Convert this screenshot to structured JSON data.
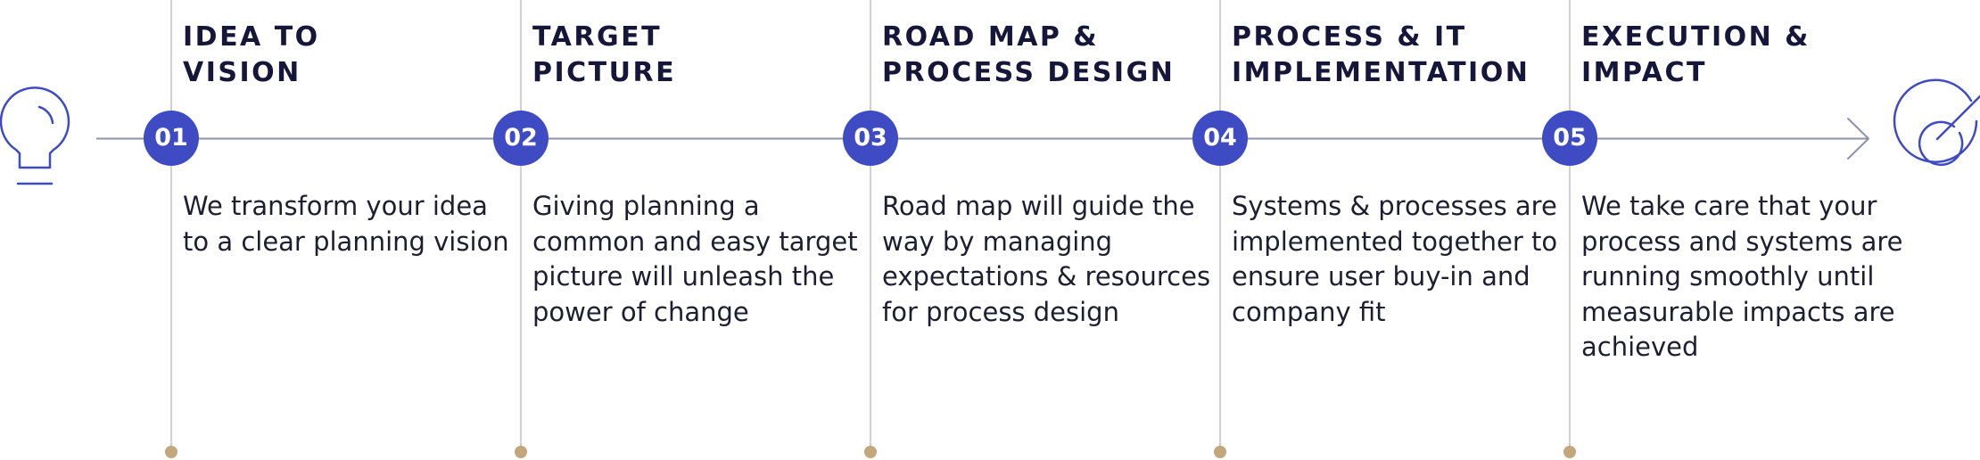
{
  "colors": {
    "accent": "#3f4bc3",
    "timeline_line": "#8f91ad",
    "divider": "#c4c4c4",
    "dot": "#c3a67c",
    "title_text": "#16163a",
    "body_text": "#1e1e30"
  },
  "icons": {
    "start": "lightbulb-icon",
    "end": "target-icon",
    "arrow": "arrow-right-icon"
  },
  "steps": [
    {
      "number": "01",
      "title": "IDEA TO\nVISION",
      "description": "We transform your idea to a clear planning vision"
    },
    {
      "number": "02",
      "title": "TARGET\nPICTURE",
      "description": "Giving planning a common and easy target picture will unleash the power of change"
    },
    {
      "number": "03",
      "title": "ROAD MAP &\nPROCESS DESIGN",
      "description": "Road map will guide the way by managing expectations & resources for process design"
    },
    {
      "number": "04",
      "title": "PROCESS & IT\nIMPLEMENTATION",
      "description": "Systems & processes are implemented together to ensure user buy-in and company fit"
    },
    {
      "number": "05",
      "title": "EXECUTION &\nIMPACT",
      "description": "We take care that your process and systems are running smoothly until measurable impacts are achieved"
    }
  ]
}
